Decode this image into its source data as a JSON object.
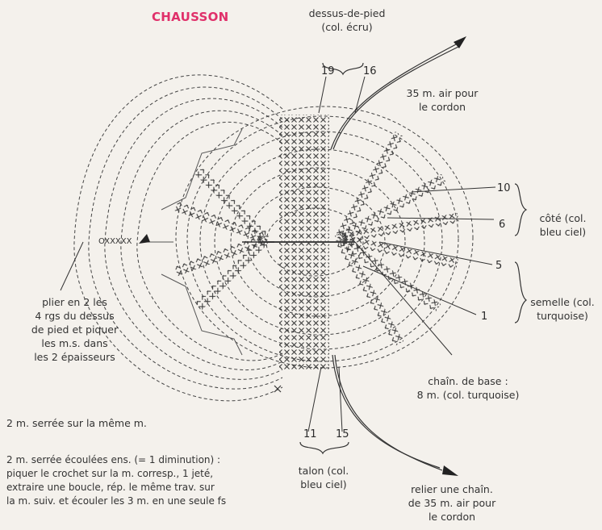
{
  "title": "CHAUSSON",
  "labels": {
    "top": "dessus-de-pied\n(col. écru)",
    "cordon_top": "35 m. air pour\nle cordon",
    "cote": "côté (col.\nbleu ciel)",
    "semelle": "semelle (col.\nturquoise)",
    "chain_base": "chaîn. de base :\n8 m. (col. turquoise)",
    "plier": "plier en 2 les\n4 rgs du dessus\nde pied et piquer\nles m.s. dans\nles 2 épaisseurs",
    "talon": "talon (col.\nbleu ciel)",
    "relier": "relier une chaîn.\nde 35 m. air pour\nle cordon",
    "legend_single": "2 m. serrée sur la même m.",
    "legend_double": "2 m. serrée écoulées ens. (= 1 diminution) :\npiquer le crochet sur la m. corresp., 1 jeté,\nextraire une boucle, rép. le même trav. sur\nla m. suiv. et écouler les 3 m. en une seule fs"
  },
  "row_numbers": {
    "n19": "19",
    "n16": "16",
    "n10": "10",
    "n6": "6",
    "n5": "5",
    "n1": "1",
    "n11": "11",
    "n15": "15"
  }
}
